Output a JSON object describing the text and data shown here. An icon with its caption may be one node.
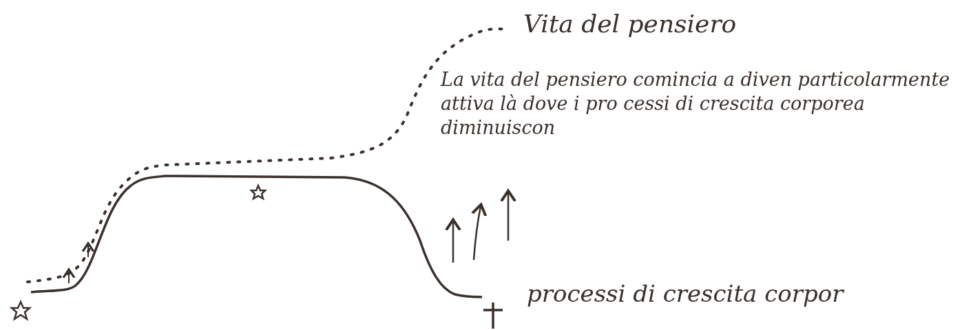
{
  "diagram": {
    "labels": [
      "Vita del pensiero",
      "La vita del pensiero comincia a diven particolarmente attiva là dove i pro cessi di crescita corporea diminuiscon",
      "processi di crescita corpor"
    ]
  }
}
